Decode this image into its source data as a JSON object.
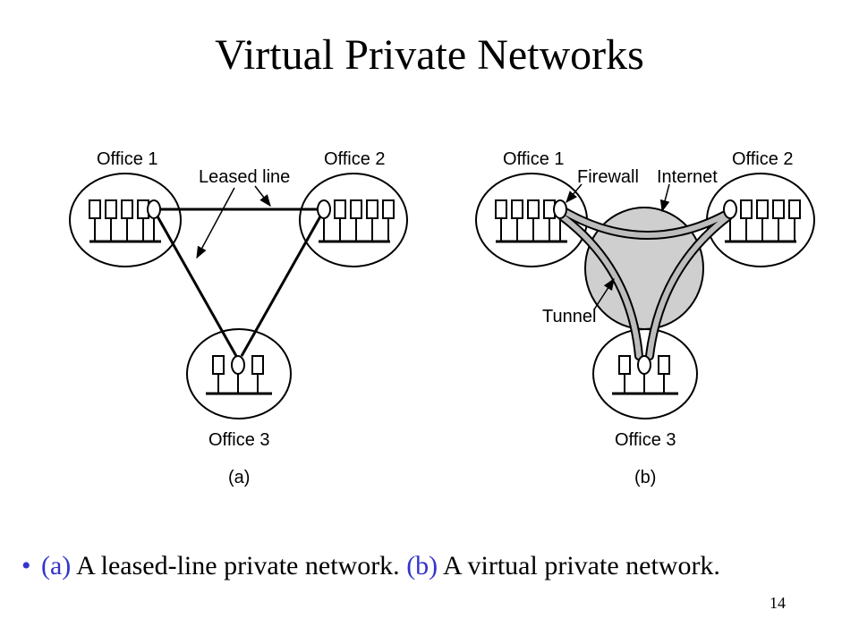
{
  "title": "Virtual Private Networks",
  "diagram_a": {
    "office1": "Office 1",
    "office2": "Office 2",
    "office3": "Office 3",
    "leased_line": "Leased line",
    "panel_label": "(a)"
  },
  "diagram_b": {
    "office1": "Office 1",
    "office2": "Office 2",
    "office3": "Office 3",
    "firewall": "Firewall",
    "internet": "Internet",
    "tunnel": "Tunnel",
    "panel_label": "(b)"
  },
  "caption": {
    "bullet": "•",
    "part_a_tag": "(a)",
    "part_a_text": " A leased-line private network. ",
    "part_b_tag": "(b)",
    "part_b_text": " A virtual private network."
  },
  "page_number": "14",
  "colors": {
    "caption_accent": "#3333cc",
    "internet_cloud": "#cfcfcf",
    "tunnel_fill": "#bdbdbd"
  }
}
